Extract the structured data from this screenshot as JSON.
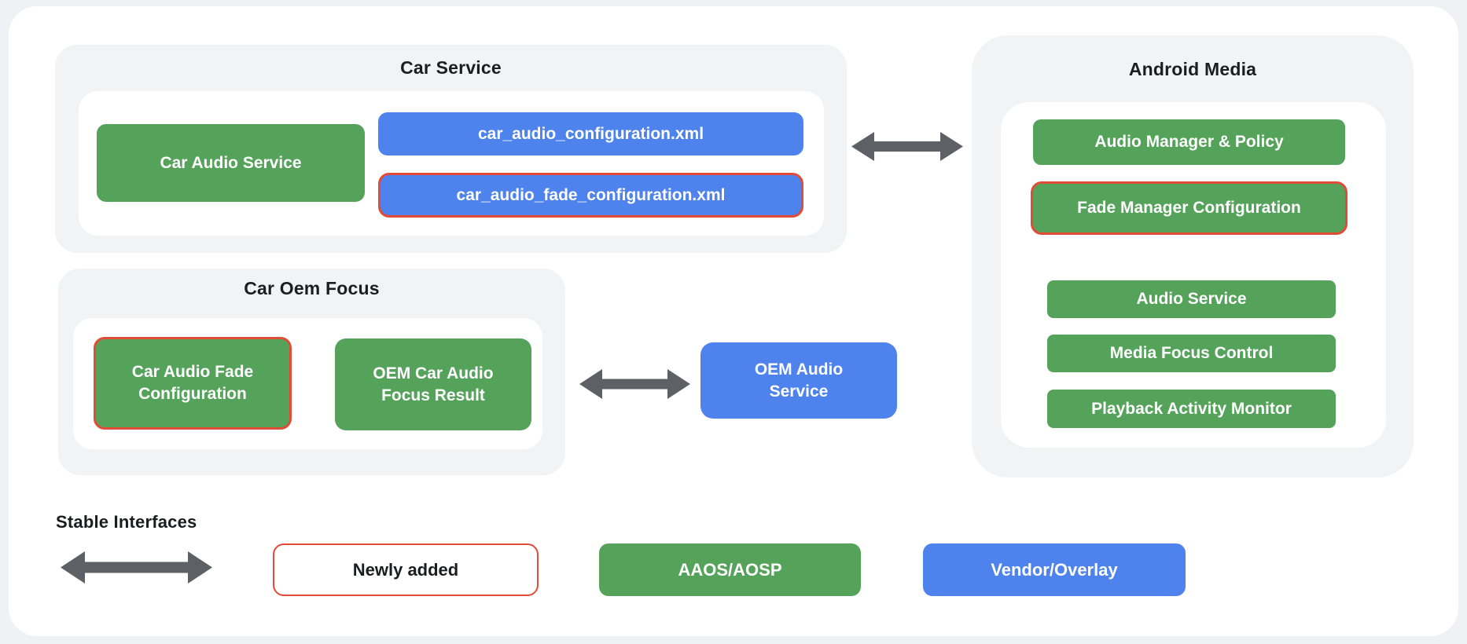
{
  "colors": {
    "page_background": "#EFF1F4",
    "canvas_background": "#FFFFFF",
    "panel_gray": "#F1F3F4",
    "aaos_green": "#55A25B",
    "vendor_blue": "#4E82EC",
    "newly_added_red": "#E24B35",
    "arrow_gray": "#5D6166",
    "title_text": "#1C1D1F",
    "box_text": "#FFFFFF"
  },
  "panels": {
    "car_service": {
      "title": "Car Service",
      "car_audio_service": "Car Audio Service",
      "config_xml": "car_audio_configuration.xml",
      "fade_config_xml": "car_audio_fade_configuration.xml"
    },
    "android_media": {
      "title": "Android Media",
      "audio_manager_policy": "Audio Manager & Policy",
      "fade_manager_config": "Fade Manager Configuration",
      "audio_service": "Audio Service",
      "media_focus_control": "Media Focus Control",
      "playback_activity_monitor": "Playback Activity Monitor"
    },
    "car_oem_focus": {
      "title": "Car Oem Focus",
      "car_audio_fade_config": "Car Audio Fade Configuration",
      "oem_car_audio_focus_result": "OEM Car Audio Focus Result"
    }
  },
  "oem_audio_service": {
    "label": "OEM Audio Service"
  },
  "legend": {
    "stable_interfaces": "Stable Interfaces",
    "newly_added": "Newly added",
    "aaos_aosp": "AAOS/AOSP",
    "vendor_overlay": "Vendor/Overlay"
  }
}
